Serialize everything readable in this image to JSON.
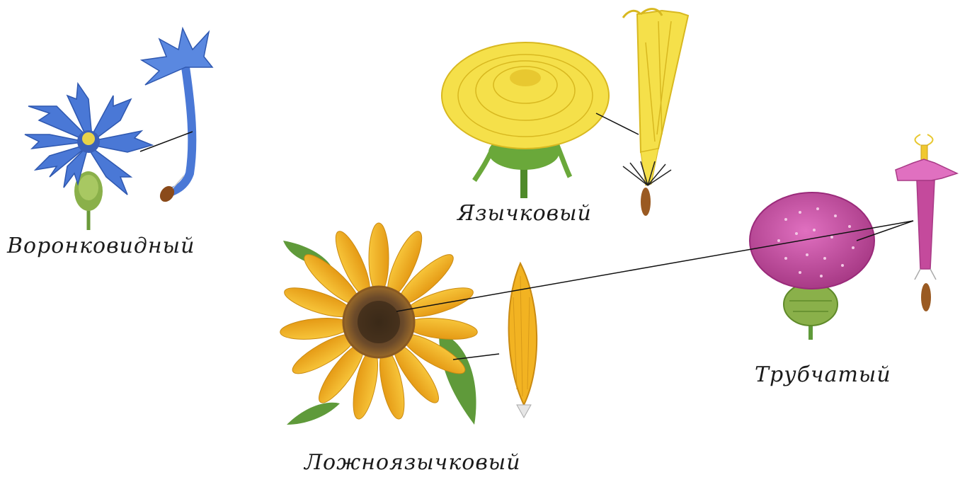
{
  "labels": {
    "funnel": "Воронковидный",
    "ligulate": "Язычковый",
    "pseudo_ligulate": "Ложноязычковый",
    "tubular": "Трубчатый"
  },
  "colors": {
    "cornflower": "#4a78d6",
    "cornflower_light": "#8fb0ee",
    "dandelion": "#f5e04a",
    "dandelion_dark": "#d8b820",
    "sunflower_petal": "#f2b322",
    "sunflower_center": "#6b4a2a",
    "thistle": "#c44a9c",
    "thistle_light": "#e070c0",
    "leaf": "#5f9a3a",
    "leader_line": "#111111"
  }
}
